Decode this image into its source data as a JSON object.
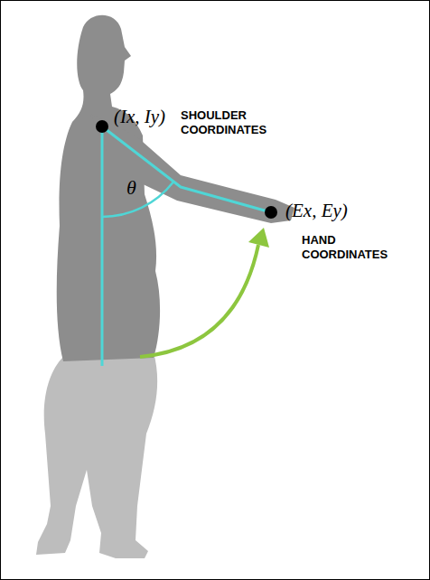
{
  "diagram": {
    "labels": [
      "(Ix, Iy)",
      "SHOULDER COORDINATES",
      "θ",
      "(Ex, Ey)",
      "HAND COORDINATES"
    ]
  }
}
